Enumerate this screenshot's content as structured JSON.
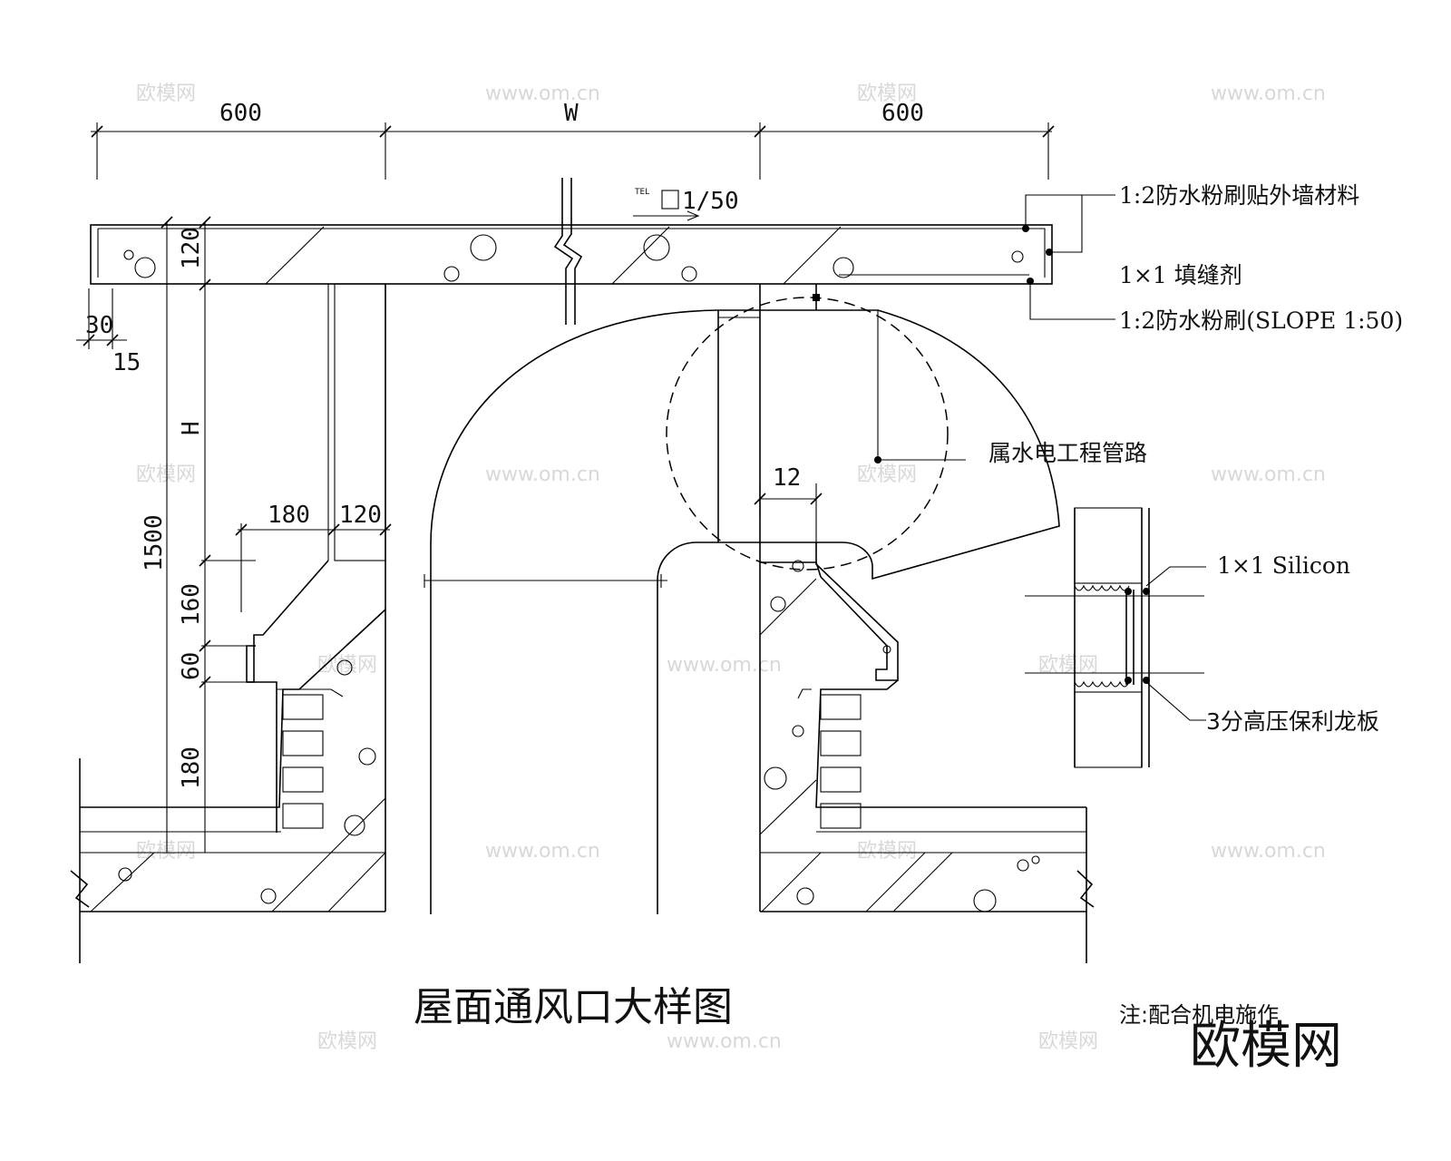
{
  "drawing": {
    "title": "屋面通风口大样图",
    "note": "注:配合机电施作",
    "logo": "欧模网",
    "watermark_text": "www.om.cn",
    "watermark_logo": "欧模网"
  },
  "dimensions": {
    "top_left": "600",
    "top_mid": "W",
    "top_right": "600",
    "slab_thickness": "120",
    "edge_30": "30",
    "edge_15": "15",
    "height_H": "H",
    "height_1500": "1500",
    "width_180": "180",
    "width_120": "120",
    "height_160": "160",
    "height_60": "60",
    "height_180": "180",
    "gap_12": "12",
    "slope_tag": "TEL",
    "slope": "1/50"
  },
  "labels": {
    "waterproof_finish": "1:2防水粉刷贴外墙材料",
    "sealant": "1×1 填缝剂",
    "waterproof_slope": "1:2防水粉刷(SLOPE 1:50)",
    "mep_pipe": "属水电工程管路",
    "silicon": "1×1 Silicon",
    "polycarbonate": "3分高压保利龙板"
  }
}
